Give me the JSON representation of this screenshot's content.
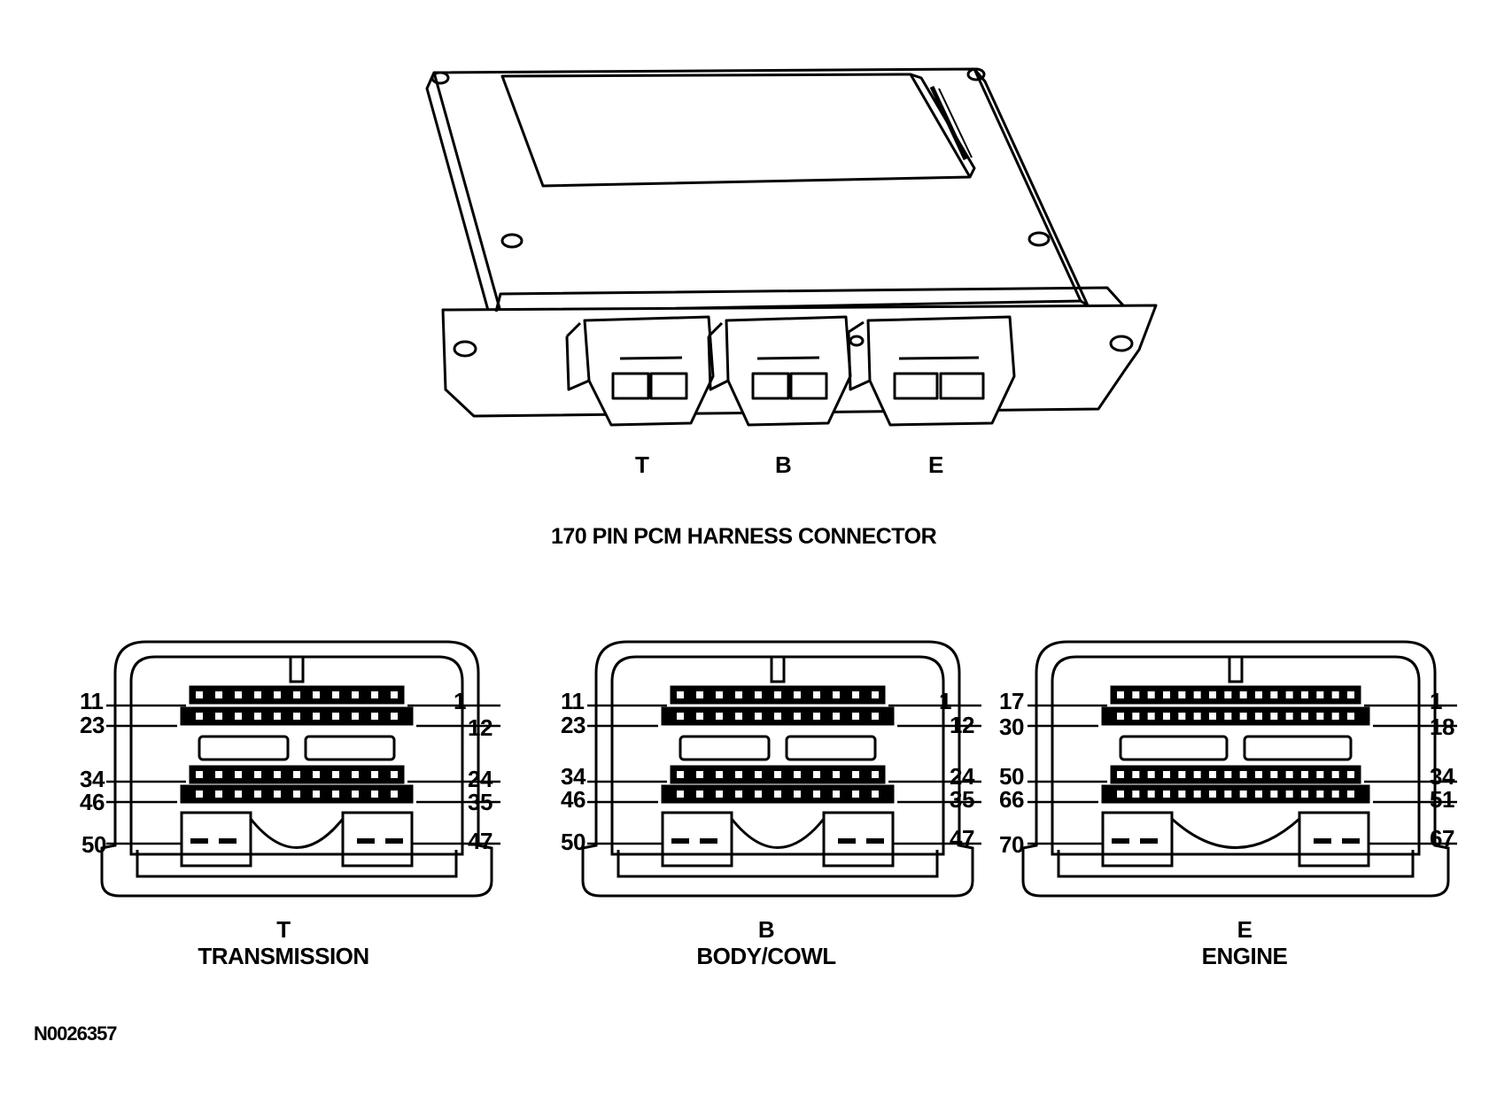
{
  "module": {
    "title": "170 PIN PCM HARNESS CONNECTOR",
    "connector_letters": [
      "T",
      "B",
      "E"
    ]
  },
  "connectors": [
    {
      "id": "transmission",
      "letter": "T",
      "name": "TRANSMISSION",
      "pins": {
        "row1_left": "11",
        "row1_right": "1",
        "row2_left": "23",
        "row2_right": "12",
        "row3_left": "34",
        "row3_right": "24",
        "row4_left": "46",
        "row4_right": "35",
        "bottom_left": "50",
        "bottom_right": "47"
      }
    },
    {
      "id": "body-cowl",
      "letter": "B",
      "name": "BODY/COWL",
      "pins": {
        "row1_left": "11",
        "row1_right": "1",
        "row2_left": "23",
        "row2_right": "12",
        "row3_left": "34",
        "row3_right": "24",
        "row4_left": "46",
        "row4_right": "35",
        "bottom_left": "50",
        "bottom_right": "47"
      }
    },
    {
      "id": "engine",
      "letter": "E",
      "name": "ENGINE",
      "pins": {
        "row1_left": "17",
        "row1_right": "1",
        "row2_left": "30",
        "row2_right": "18",
        "row3_left": "50",
        "row3_right": "34",
        "row4_left": "66",
        "row4_right": "51",
        "bottom_left": "70",
        "bottom_right": "67"
      }
    }
  ],
  "reference_code": "N0026357"
}
